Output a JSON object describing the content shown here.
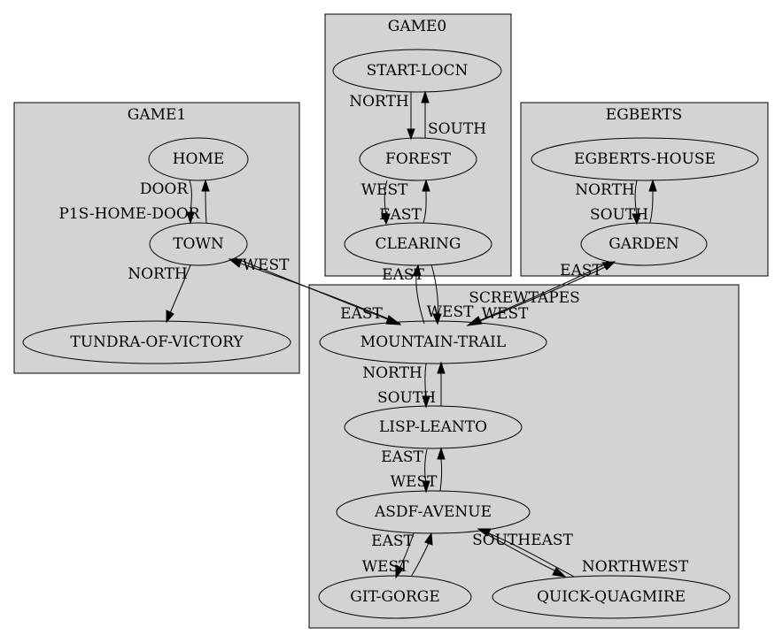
{
  "graph": {
    "clusters": [
      {
        "id": "game0",
        "label": "GAME0"
      },
      {
        "id": "game1",
        "label": "GAME1"
      },
      {
        "id": "egberts",
        "label": "EGBERTS"
      },
      {
        "id": "screwtapes",
        "label": "SCREWTAPES"
      }
    ],
    "nodes": [
      {
        "id": "start-locn",
        "label": "START-LOCN"
      },
      {
        "id": "forest",
        "label": "FOREST"
      },
      {
        "id": "clearing",
        "label": "CLEARING"
      },
      {
        "id": "home",
        "label": "HOME"
      },
      {
        "id": "town",
        "label": "TOWN"
      },
      {
        "id": "tundra-of-victory",
        "label": "TUNDRA-OF-VICTORY"
      },
      {
        "id": "egberts-house",
        "label": "EGBERTS-HOUSE"
      },
      {
        "id": "garden",
        "label": "GARDEN"
      },
      {
        "id": "mountain-trail",
        "label": "MOUNTAIN-TRAIL"
      },
      {
        "id": "lisp-leanto",
        "label": "LISP-LEANTO"
      },
      {
        "id": "asdf-avenue",
        "label": "ASDF-AVENUE"
      },
      {
        "id": "git-gorge",
        "label": "GIT-GORGE"
      },
      {
        "id": "quick-quagmire",
        "label": "QUICK-QUAGMIRE"
      }
    ],
    "edges": [
      {
        "id": "start-forest",
        "from": "start-locn",
        "to": "forest",
        "label": "NORTH"
      },
      {
        "id": "forest-start",
        "from": "forest",
        "to": "start-locn",
        "label": "SOUTH"
      },
      {
        "id": "forest-clearing",
        "from": "forest",
        "to": "clearing",
        "label": "WEST"
      },
      {
        "id": "clearing-forest",
        "from": "clearing",
        "to": "forest",
        "label": "EAST"
      },
      {
        "id": "home-town",
        "from": "home",
        "to": "town",
        "label": "DOOR"
      },
      {
        "id": "town-home",
        "from": "town",
        "to": "home",
        "label": "P1S-HOME-DOOR"
      },
      {
        "id": "town-tundra",
        "from": "town",
        "to": "tundra-of-victory",
        "label": "NORTH"
      },
      {
        "id": "egberts-garden",
        "from": "egberts-house",
        "to": "garden",
        "label": "NORTH"
      },
      {
        "id": "garden-egberts",
        "from": "garden",
        "to": "egberts-house",
        "label": "SOUTH"
      },
      {
        "id": "mountain-town",
        "from": "mountain-trail",
        "to": "town",
        "label": "WEST"
      },
      {
        "id": "town-mountain",
        "from": "town",
        "to": "mountain-trail",
        "label": "EAST"
      },
      {
        "id": "clearing-mountain",
        "from": "clearing",
        "to": "mountain-trail",
        "label": "WEST"
      },
      {
        "id": "mountain-clearing",
        "from": "mountain-trail",
        "to": "clearing",
        "label": "EAST"
      },
      {
        "id": "garden-mountain",
        "from": "garden",
        "to": "mountain-trail",
        "label": "WEST"
      },
      {
        "id": "mountain-garden",
        "from": "mountain-trail",
        "to": "garden",
        "label": "EAST"
      },
      {
        "id": "mountain-lisp",
        "from": "mountain-trail",
        "to": "lisp-leanto",
        "label": "NORTH"
      },
      {
        "id": "lisp-mountain",
        "from": "lisp-leanto",
        "to": "mountain-trail",
        "label": "SOUTH"
      },
      {
        "id": "lisp-asdf",
        "from": "lisp-leanto",
        "to": "asdf-avenue",
        "label": "WEST"
      },
      {
        "id": "asdf-lisp",
        "from": "asdf-avenue",
        "to": "lisp-leanto",
        "label": "EAST"
      },
      {
        "id": "asdf-git",
        "from": "asdf-avenue",
        "to": "git-gorge",
        "label": "WEST"
      },
      {
        "id": "git-asdf",
        "from": "git-gorge",
        "to": "asdf-avenue",
        "label": "EAST"
      },
      {
        "id": "asdf-quick",
        "from": "asdf-avenue",
        "to": "quick-quagmire",
        "label": "NORTHWEST"
      },
      {
        "id": "quick-asdf",
        "from": "quick-quagmire",
        "to": "asdf-avenue",
        "label": "SOUTHEAST"
      }
    ]
  },
  "colors": {
    "cluster_fill": "#d3d3d3",
    "stroke": "#000000",
    "background": "#ffffff"
  }
}
